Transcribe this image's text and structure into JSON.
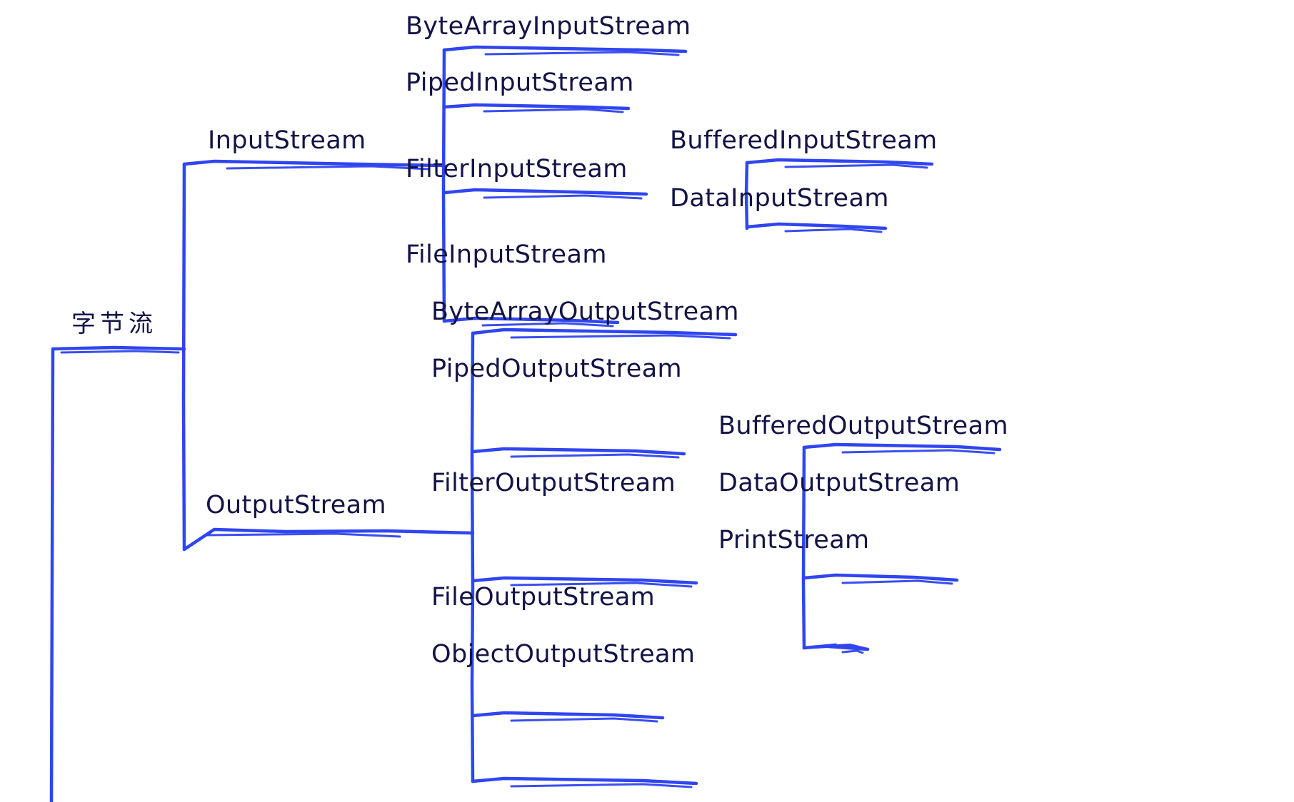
{
  "diagram": {
    "title": "字节流",
    "type": "tree-hierarchy",
    "stroke_color": "#2f45f0",
    "text_color": "#131346",
    "background_color": "#ffffff",
    "root": {
      "label": "字节流",
      "children": [
        {
          "label": "InputStream",
          "children": [
            {
              "label": "ByteArrayInputStream",
              "children": []
            },
            {
              "label": "PipedInputStream",
              "children": []
            },
            {
              "label": "FilterInputStream",
              "children": [
                {
                  "label": "BufferedInputStream",
                  "children": []
                },
                {
                  "label": "DataInputStream",
                  "children": []
                }
              ]
            },
            {
              "label": "FileInputStream",
              "children": []
            }
          ]
        },
        {
          "label": "OutputStream",
          "children": [
            {
              "label": "ByteArrayOutputStream",
              "children": []
            },
            {
              "label": "PipedOutputStream",
              "children": []
            },
            {
              "label": "FilterOutputStream",
              "children": [
                {
                  "label": "BufferedOutputStream",
                  "children": []
                },
                {
                  "label": "DataOutputStream",
                  "children": []
                },
                {
                  "label": "PrintStream",
                  "children": []
                }
              ]
            },
            {
              "label": "FileOutputStream",
              "children": []
            },
            {
              "label": "ObjectOutputStream",
              "children": []
            }
          ]
        }
      ]
    },
    "nodes": {
      "root": "字节流",
      "input_stream": "InputStream",
      "byte_array_input_stream": "ByteArrayInputStream",
      "piped_input_stream": "PipedInputStream",
      "filter_input_stream": "FilterInputStream",
      "buffered_input_stream": "BufferedInputStream",
      "data_input_stream": "DataInputStream",
      "file_input_stream": "FileInputStream",
      "output_stream": "OutputStream",
      "byte_array_output_stream": "ByteArrayOutputStream",
      "piped_output_stream": "PipedOutputStream",
      "filter_output_stream": "FilterOutputStream",
      "buffered_output_stream": "BufferedOutputStream",
      "data_output_stream": "DataOutputStream",
      "print_stream": "PrintStream",
      "file_output_stream": "FileOutputStream",
      "object_output_stream": "ObjectOutputStream"
    }
  }
}
